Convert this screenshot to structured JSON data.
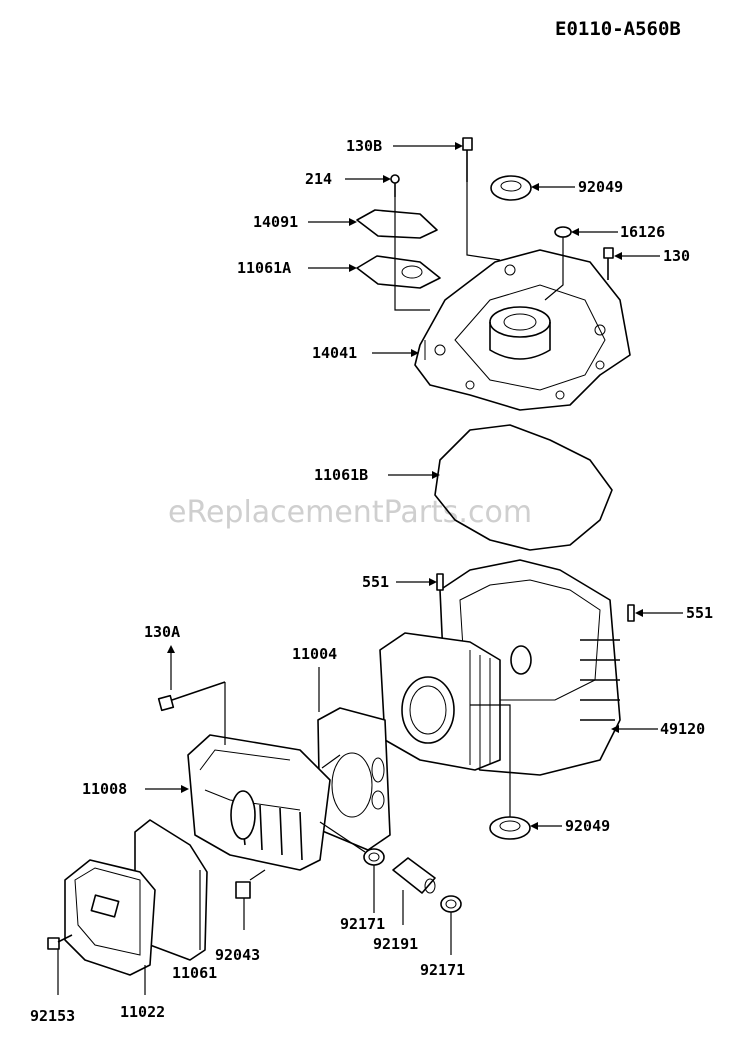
{
  "diagram_code": "E0110-A560B",
  "watermark": "eReplacementParts.com",
  "labels": {
    "l130B": "130B",
    "l214": "214",
    "l14091": "14091",
    "l11061A": "11061A",
    "l14041": "14041",
    "l92049_top": "92049",
    "l16126": "16126",
    "l130": "130",
    "l11061B": "11061B",
    "l551_left": "551",
    "l551_right": "551",
    "l130A": "130A",
    "l11004": "11004",
    "l49120": "49120",
    "l11008": "11008",
    "l92049_bottom": "92049",
    "l92171_left": "92171",
    "l92191": "92191",
    "l92171_right": "92171",
    "l92043": "92043",
    "l11061": "11061",
    "l92153": "92153",
    "l11022": "11022"
  }
}
